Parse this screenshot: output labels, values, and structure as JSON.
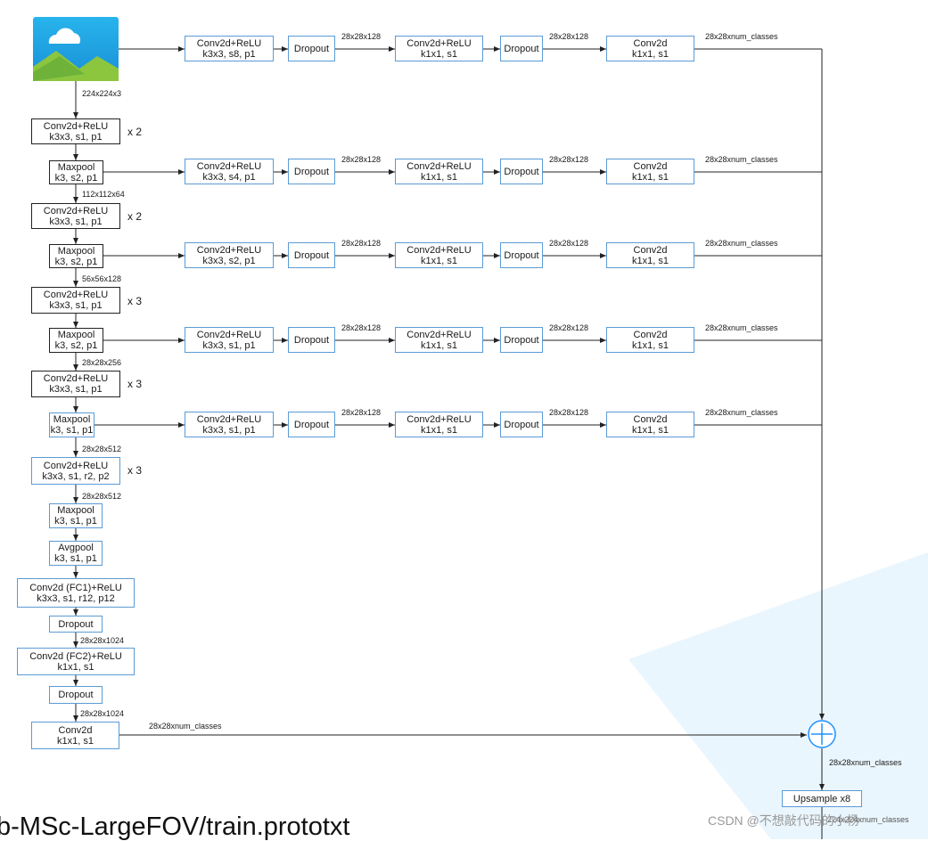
{
  "main_column": [
    {
      "id": "conv1",
      "lines": [
        "Conv2d+ReLU",
        "k3x3, s1, p1"
      ]
    },
    {
      "id": "pool1",
      "lines": [
        "Maxpool",
        "k3, s2, p1"
      ]
    },
    {
      "id": "conv2",
      "lines": [
        "Conv2d+ReLU",
        "k3x3, s1, p1"
      ]
    },
    {
      "id": "pool2",
      "lines": [
        "Maxpool",
        "k3, s2, p1"
      ]
    },
    {
      "id": "conv3",
      "lines": [
        "Conv2d+ReLU",
        "k3x3, s1, p1"
      ]
    },
    {
      "id": "pool3",
      "lines": [
        "Maxpool",
        "k3, s2, p1"
      ]
    },
    {
      "id": "conv4",
      "lines": [
        "Conv2d+ReLU",
        "k3x3, s1, p1"
      ]
    },
    {
      "id": "pool4",
      "lines": [
        "Maxpool",
        "k3, s1, p1"
      ]
    },
    {
      "id": "conv5",
      "lines": [
        "Conv2d+ReLU",
        "k3x3, s1, r2, p2"
      ]
    },
    {
      "id": "pool5",
      "lines": [
        "Maxpool",
        "k3, s1, p1"
      ]
    },
    {
      "id": "avgpool",
      "lines": [
        "Avgpool",
        "k3, s1, p1"
      ]
    },
    {
      "id": "fc1",
      "lines": [
        "Conv2d (FC1)+ReLU",
        "k3x3, s1, r12, p12"
      ]
    },
    {
      "id": "drop1",
      "lines": [
        "Dropout"
      ]
    },
    {
      "id": "fc2",
      "lines": [
        "Conv2d (FC2)+ReLU",
        "k1x1, s1"
      ]
    },
    {
      "id": "drop2",
      "lines": [
        "Dropout"
      ]
    },
    {
      "id": "final_conv",
      "lines": [
        "Conv2d",
        "k1x1, s1"
      ]
    }
  ],
  "repeat_labels": [
    "x 2",
    "x 2",
    "x 3",
    "x 3",
    "x 3"
  ],
  "shape_labels": [
    "224x224x3",
    "112x112x64",
    "56x56x128",
    "28x28x256",
    "28x28x512",
    "28x28x512",
    "28x28x1024",
    "28x28x1024"
  ],
  "branches": [
    {
      "conv_lines": [
        "Conv2d+ReLU",
        "k3x3, s8, p1"
      ]
    },
    {
      "conv_lines": [
        "Conv2d+ReLU",
        "k3x3, s4, p1"
      ]
    },
    {
      "conv_lines": [
        "Conv2d+ReLU",
        "k3x3, s2, p1"
      ]
    },
    {
      "conv_lines": [
        "Conv2d+ReLU",
        "k3x3, s1, p1"
      ]
    },
    {
      "conv_lines": [
        "Conv2d+ReLU",
        "k3x3, s1, p1"
      ]
    }
  ],
  "branch_common": {
    "dropout": "Dropout",
    "conv_1x1": [
      "Conv2d+ReLU",
      "k1x1, s1"
    ],
    "conv_out": [
      "Conv2d",
      "k1x1, s1"
    ],
    "feat_label": "28x28x128",
    "out_label": "28x28xnum_classes"
  },
  "fusion": {
    "bottom_label": "28x28xnum_classes",
    "after_sum_label": "28x28xnum_classes",
    "upsample": "Upsample x8",
    "overlap_label": "224x224xnum_classes"
  },
  "footer_text": "b-MSc-LargeFOV/train.prototxt",
  "watermark_text": "CSDN @不想敲代码的小杨",
  "icons": {
    "input": "image-icon",
    "sum": "plus-circle-icon"
  },
  "colors": {
    "box_border": "#5b9bd5",
    "wire": "#222222",
    "icon_sky": "#2aa9e0",
    "icon_hill": "#8cc63f"
  }
}
